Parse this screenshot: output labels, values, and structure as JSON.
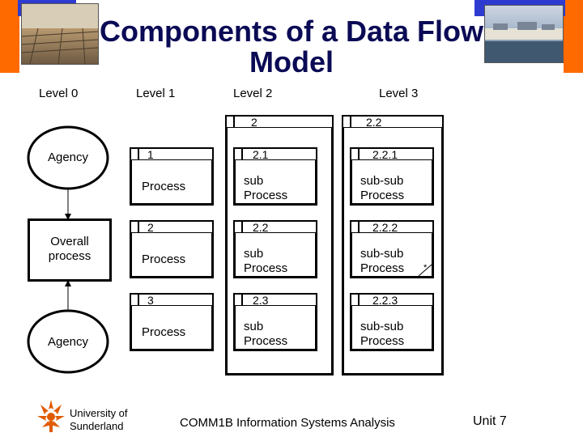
{
  "title": "Components of a Data Flow Model",
  "levels": [
    "Level 0",
    "Level 1",
    "Level 2",
    "Level 3"
  ],
  "level0": {
    "top_entity": "Agency",
    "process": "Overall process",
    "bottom_entity": "Agency"
  },
  "level1": [
    {
      "id": "1",
      "label": "Process"
    },
    {
      "id": "2",
      "label": "Process"
    },
    {
      "id": "3",
      "label": "Process"
    }
  ],
  "level2": {
    "container_id": "2",
    "items": [
      {
        "id": "2.1",
        "label": "sub Process"
      },
      {
        "id": "2.2",
        "label": "sub Process"
      },
      {
        "id": "2.3",
        "label": "sub Process"
      }
    ]
  },
  "level3": {
    "container_id": "2.2",
    "items": [
      {
        "id": "2.2.1",
        "label": "sub-sub Process"
      },
      {
        "id": "2.2.2",
        "label": "sub-sub Process"
      },
      {
        "id": "2.2.3",
        "label": "sub-sub Process"
      }
    ],
    "marker": "*"
  },
  "footer": {
    "university": "University of Sunderland",
    "course_code": "COMM1B",
    "course_name": "Information Systems Analysis",
    "unit": "Unit 7"
  },
  "colors": {
    "accent_blue": "#3333cc",
    "accent_orange": "#ff6600",
    "title": "#0a0a55"
  }
}
